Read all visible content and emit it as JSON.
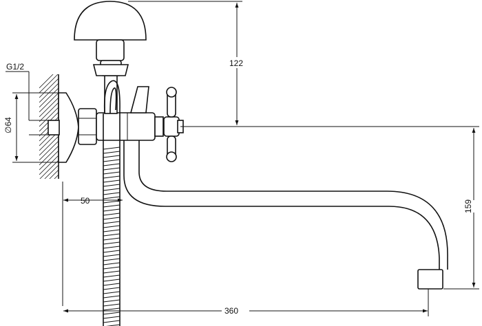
{
  "drawing": {
    "line_color": "#111111",
    "background": "#ffffff",
    "dimensions": {
      "thread": "G1/2",
      "flange_diameter": "∅64",
      "wall_offset": "50",
      "spout_length": "360",
      "holder_height": "122",
      "spout_drop": "159"
    }
  }
}
